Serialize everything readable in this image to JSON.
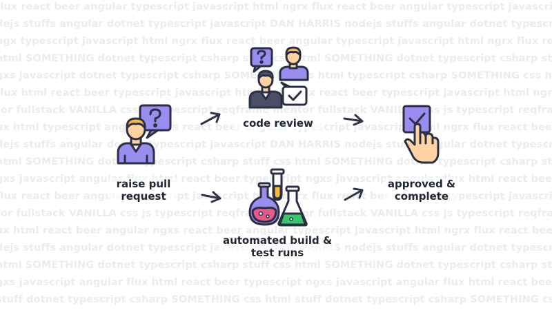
{
  "background_lines": [
    "flux react beer angular typescript javascript html ngrx flux react beer angular typescript javascript DAN HARRIS html ngrx flux react beer",
    "dejs stuffs angular dotnet typescript javascript DAN HARRIS nodejs stuffs angular dotnet typescript javascript DAN HARRIS nodejs stuffs",
    "ngx typescript javascript html ngrx flux react beer angular typescript javascript html ngrx flux react beer angular typescript javascript",
    "html SOMETHING dotnet typescript csharp stuff css html SOMETHING dotnet typescript csharp stuff css html SOMETHING dotnet",
    "gxs javascript dotnet typescript csharp SOMETHING css html typescript csharp SOMETHING css html typescript ngxs javascript dotnet",
    "flux html react beer typescript javascript html ngrx flux react beer typescript javascript html ngrx flux react beer typescript",
    "tor fullstack VANILLA css js typescript reqframe mentor fullstack VANILLA css js typescript reqframe mentor fullstack VANILLA css",
    "ux html typescript angular ngxs react beer angular typescript javascript html ngrx flux react beer angular typescript javascript flux html",
    "dejs stuffs angular dotnet typescript javascript DAN HARRIS nodejs stuffs angular dotnet typescript javascript DAN HARRIS nodejs",
    "html SOMETHING dotnet typescript csharp stuff css html SOMETHING dotnet typescript csharp stuff css html SOMETHING",
    "gxs javascript angular flux html react beer typescript ngxs javascript angular flux html react beer typescript ngxs javascript",
    "flux react beer angular typescript javascript html ngrx flux react beer angular typescript javascript html ngrx flux react beer",
    "tor fullstack VANILLA css js typescript reqframe mentor fullstack VANILLA css js typescript reqframe mentor fullstack VANILLA",
    "ux html react beer angular ngxs react beer angular typescript javascript html ngrx flux react beer angular typescript javascript",
    "dejs stuffs angular dotnet typescript javascript DAN HARRIS nodejs stuffs angular dotnet typescript javascript DAN HARRIS",
    "html SOMETHING dotnet typescript csharp stuff css html SOMETHING dotnet typescript csharp stuff css html SOMETHING dotnet",
    "gxs javascript angular flux html react beer typescript ngxs javascript angular flux html react beer typescript ngxs javascript",
    "stuff dotnet typescript csharp SOMETHING css html stuff dotnet typescript csharp SOMETHING css html stuff dotnet typescript"
  ],
  "steps": {
    "raise_pr": "raise pull\nrequest",
    "code_review": "code review",
    "automated": "automated build &\ntest runs",
    "approved": "approved &\ncomplete"
  },
  "colors": {
    "purple": "#9b8cf0",
    "purple_dark": "#7d6ad9",
    "orange": "#ffd3a1",
    "hair": "#f5b945",
    "outline": "#2a2f45",
    "green": "#39c96b",
    "pink": "#e85a8a",
    "yellow": "#f6b93b",
    "arrow": "#2f3448"
  },
  "icons": {
    "raise_pr": "person-question-icon",
    "code_review": "people-chat-icon",
    "automated": "flasks-icon",
    "approved": "hand-checkbox-icon"
  }
}
